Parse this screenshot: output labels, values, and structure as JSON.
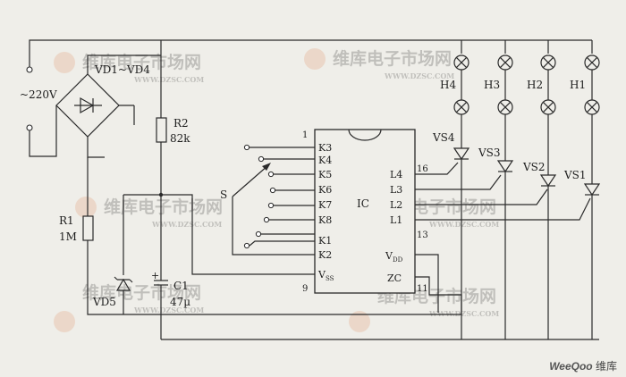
{
  "labels": {
    "source": "~220V",
    "bridge": "VD1~VD4",
    "r2_name": "R2",
    "r2_value": "82k",
    "r1_name": "R1",
    "r1_value": "1M",
    "vd5": "VD5",
    "c1_name": "C1",
    "c1_value": "47µ",
    "switch": "S",
    "ic_name": "IC"
  },
  "ic_pins_left": [
    "K3",
    "K4",
    "K5",
    "K6",
    "K7",
    "K8",
    "K1",
    "K2",
    "V"
  ],
  "ic_pins_right": [
    "L4",
    "L3",
    "L2",
    "L1",
    "V",
    "ZC"
  ],
  "pin_numbers": {
    "p1": "1",
    "p9": "9",
    "p16": "16",
    "p13": "13",
    "p11": "11"
  },
  "subscripts": {
    "vss": "SS",
    "vdd": "DD"
  },
  "lamps": [
    "H4",
    "H3",
    "H2",
    "H1"
  ],
  "triacs": [
    "VS4",
    "VS3",
    "VS2",
    "VS1"
  ],
  "watermark": {
    "brand": "维库电子市场网",
    "url": "WWW.DZSC.COM"
  },
  "footer": {
    "logo": "WeeQoo",
    "name": "维库"
  },
  "colors": {
    "background": "#efeee9",
    "ink": "#2a2a2a",
    "watermark": "#e08a5a"
  }
}
